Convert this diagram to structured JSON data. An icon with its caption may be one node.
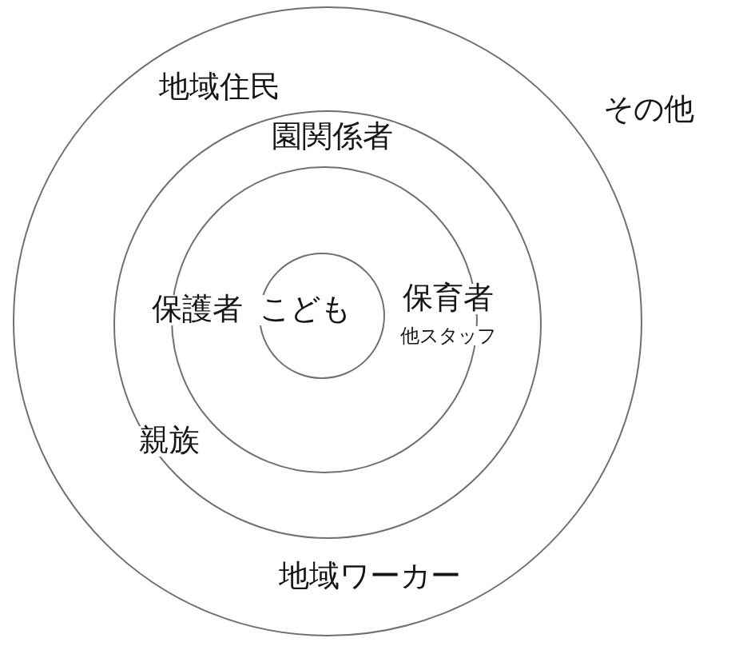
{
  "diagram": {
    "nodes": [
      {
        "text": [
          "地域住民",
          "地域ワーカー"
        ]
      },
      {
        "text": [
          "園関係者",
          "親族"
        ],
        "in": 0
      },
      {
        "text": [
          "保護者",
          "保育者",
          "他スタッフ"
        ],
        "in": 1
      },
      {
        "text": [
          "こども"
        ],
        "in": 2
      }
    ],
    "labels": [
      "その他"
    ]
  }
}
